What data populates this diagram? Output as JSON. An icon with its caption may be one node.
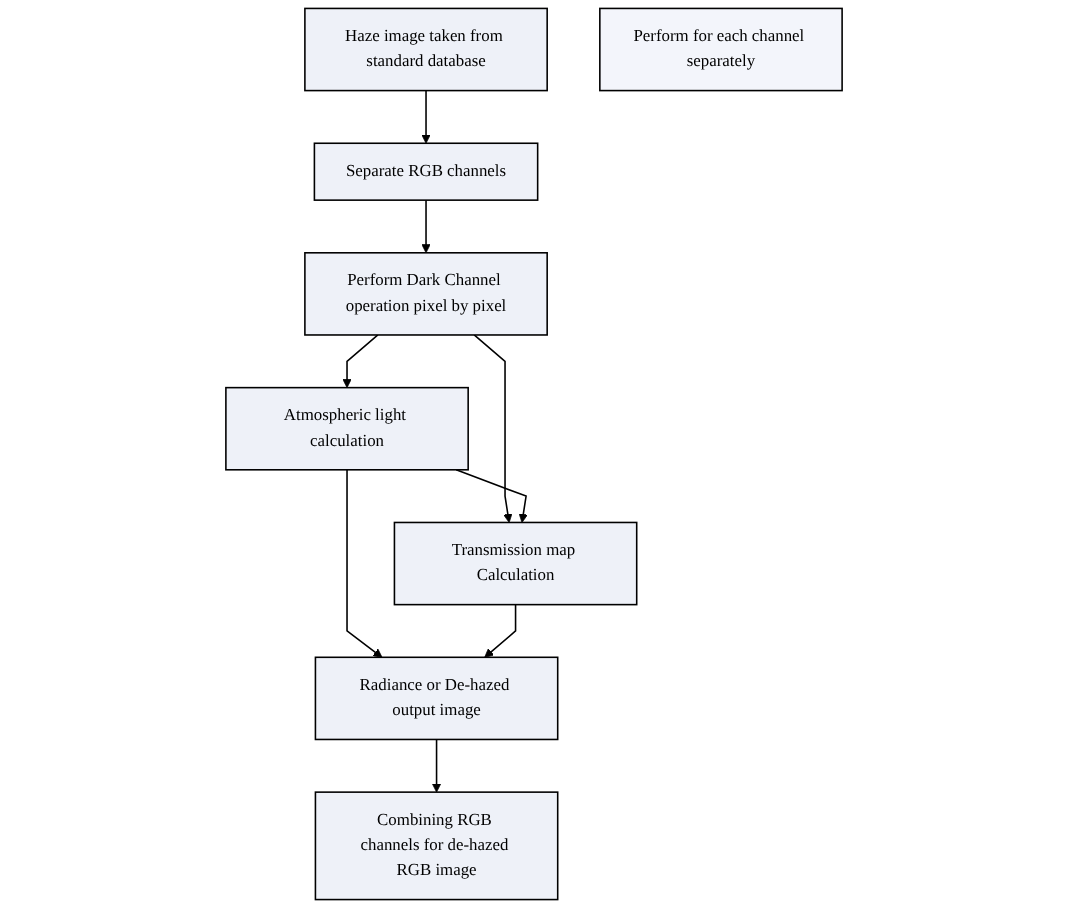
{
  "diagram": {
    "nodes": [
      {
        "text": [
          "Haze image taken from standard database"
        ]
      },
      {
        "text": [
          "Separate RGB channels"
        ]
      },
      {
        "text": [
          "Perform Dark Channel operation pixel by pixel"
        ]
      },
      {
        "text": [
          "Atmospheric light calculation"
        ]
      },
      {
        "text": [
          "Transmission map Calculation"
        ]
      },
      {
        "text": [
          "Radiance or De-hazed output image"
        ]
      },
      {
        "text": [
          "Combining RGB channels for de-hazed RGB image"
        ]
      },
      {
        "text": [
          "Perform for each channel separately"
        ]
      }
    ],
    "edges": [
      {
        "from": 0,
        "to": 1,
        "arrow": "to"
      },
      {
        "from": 1,
        "to": 2,
        "arrow": "to"
      },
      {
        "from": 2,
        "to": 3,
        "arrow": "to"
      },
      {
        "from": 2,
        "to": 4,
        "arrow": "to"
      },
      {
        "from": 3,
        "to": 4,
        "arrow": "to"
      },
      {
        "from": 3,
        "to": 5,
        "arrow": "to"
      },
      {
        "from": 4,
        "to": 5,
        "arrow": "to"
      },
      {
        "from": 5,
        "to": 6,
        "arrow": "to"
      }
    ]
  }
}
